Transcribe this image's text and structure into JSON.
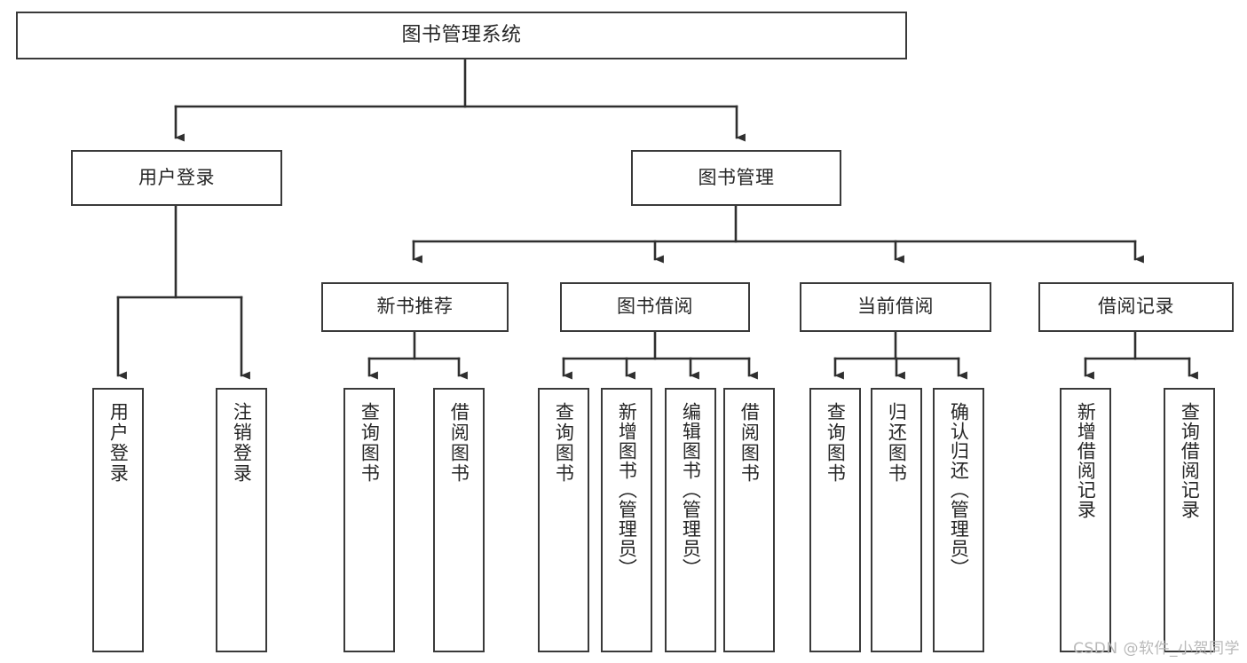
{
  "diagram": {
    "title": "图书管理系统",
    "type": "tree",
    "watermark": "CSDN @软件_小贺同学",
    "colors": {
      "box_border": "#3a3a3a",
      "box_fill": "#ffffff",
      "edge": "#2f2f2f",
      "text": "#262626",
      "watermark": "#b9b9b9",
      "background": "#ffffff"
    },
    "nodes": {
      "root": {
        "label": "图书管理系统"
      },
      "level2": [
        {
          "id": "user-login",
          "label": "用户登录"
        },
        {
          "id": "book-manage",
          "label": "图书管理"
        }
      ],
      "level3": [
        {
          "id": "new-book-recommend",
          "label": "新书推荐"
        },
        {
          "id": "book-borrow",
          "label": "图书借阅"
        },
        {
          "id": "current-borrow",
          "label": "当前借阅"
        },
        {
          "id": "borrow-record",
          "label": "借阅记录"
        }
      ],
      "leaves": {
        "user-login": [
          {
            "id": "leaf-user-login",
            "label": "用户登录"
          },
          {
            "id": "leaf-logout-login",
            "label": "注销登录"
          }
        ],
        "new-book-recommend": [
          {
            "id": "leaf-query-book-1",
            "label": "查询图书"
          },
          {
            "id": "leaf-borrow-book-1",
            "label": "借阅图书"
          }
        ],
        "book-borrow": [
          {
            "id": "leaf-query-book-2",
            "label": "查询图书"
          },
          {
            "id": "leaf-add-book",
            "label": "新增图书（管理员）"
          },
          {
            "id": "leaf-edit-book",
            "label": "编辑图书（管理员）"
          },
          {
            "id": "leaf-borrow-book-2",
            "label": "借阅图书"
          }
        ],
        "current-borrow": [
          {
            "id": "leaf-query-book-3",
            "label": "查询图书"
          },
          {
            "id": "leaf-return-book",
            "label": "归还图书"
          },
          {
            "id": "leaf-confirm-return",
            "label": "确认归还（管理员）"
          }
        ],
        "borrow-record": [
          {
            "id": "leaf-add-record",
            "label": "新增借阅记录"
          },
          {
            "id": "leaf-query-record",
            "label": "查询借阅记录"
          }
        ]
      }
    }
  }
}
